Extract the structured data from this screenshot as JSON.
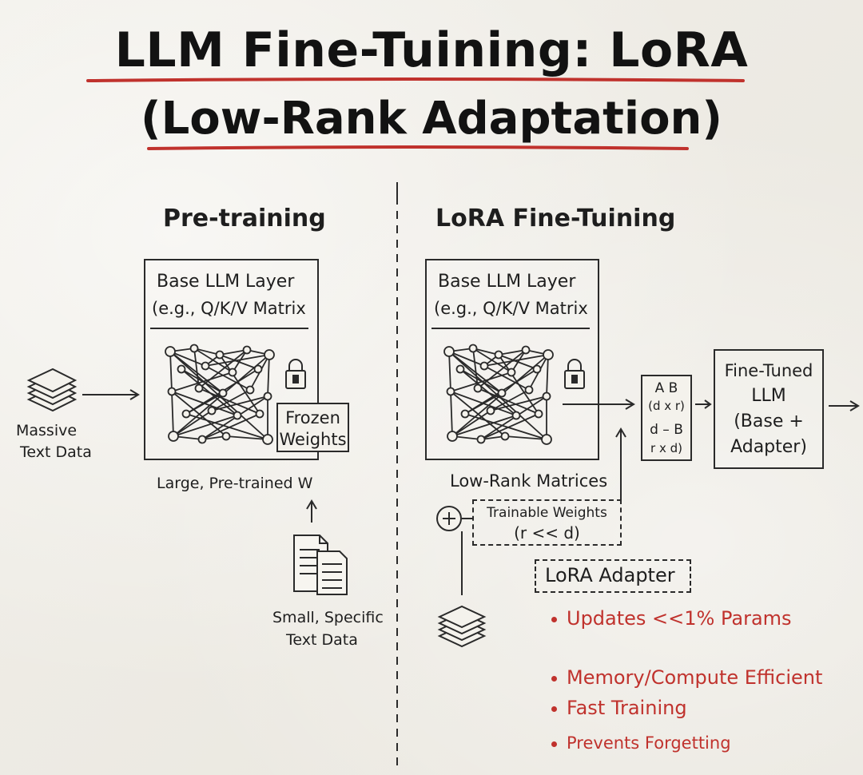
{
  "title": {
    "line1": "LLM Fine-Tuining: LoRA",
    "line2": "(Low-Rank Adaptation)",
    "underline_color": "#c0322d"
  },
  "pretraining": {
    "heading": "Pre-training",
    "layer_title": "Base LLM Layer",
    "layer_subtitle": "(e.g., Q/K/V Matrix",
    "frozen_line1": "Frozen",
    "frozen_line2": "Weights",
    "input_line1": "Massive",
    "input_line2": "Text Data",
    "caption": "Large, Pre-trained W",
    "small_data_line1": "Small, Specific",
    "small_data_line2": "Text Data",
    "icons": [
      "data-stack-icon",
      "lock-icon",
      "neural-network-icon",
      "documents-icon"
    ]
  },
  "lora": {
    "heading": "LoRA Fine-Tuining",
    "layer_title": "Base LLM Layer",
    "layer_subtitle": "(e.g., Q/K/V Matrix",
    "matrix_ab": "A  B",
    "matrix_dims_1": "(d x r)",
    "matrix_d_minus_b": "d – B",
    "matrix_dims_2": "r x d)",
    "low_rank_caption": "Low-Rank Matrices",
    "trainable_line1": "Trainable Weights",
    "trainable_line2": "(r << d)",
    "adapter_label": "LoRA Adapter",
    "output_line1": "Fine-Tuned",
    "output_line2": "LLM",
    "output_line3": "(Base +",
    "output_line4": "Adapter)",
    "bullets": [
      "Updates <<1% Params",
      "Memory/Compute Efficient",
      "Fast Training",
      "Prevents Forgetting"
    ],
    "bullet_color": "#c0322d",
    "icons": [
      "plus-circle-icon",
      "data-stack-icon",
      "lock-icon",
      "neural-network-icon"
    ]
  }
}
